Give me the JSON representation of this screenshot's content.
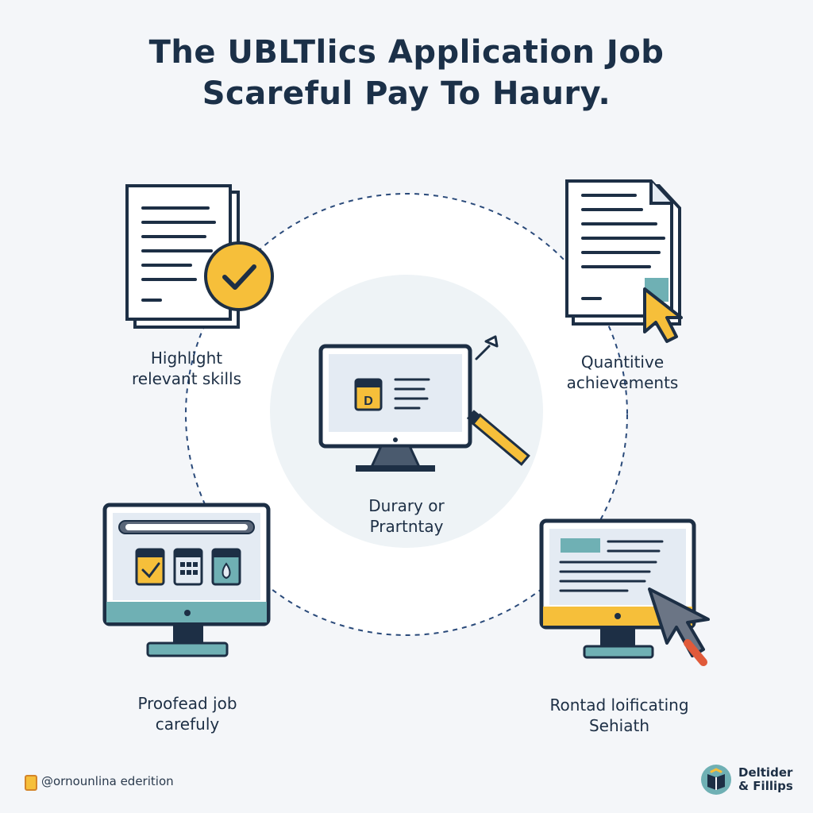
{
  "title": {
    "line1": "The UBLTlics Application Job",
    "line2": "Scareful Pay To Haury."
  },
  "nodes": [
    {
      "label_line1": "Highlight",
      "label_line2": "relevant skills"
    },
    {
      "label_line1": "Quantitive",
      "label_line2": "achievements"
    },
    {
      "label_line1": "Proofead job",
      "label_line2": "carefuly"
    },
    {
      "label_line1": "Rontad loificating",
      "label_line2": "Sehiath"
    }
  ],
  "center": {
    "label_line1": "Durary or",
    "label_line2": "Prartntay"
  },
  "footer": {
    "credit": "@ornounlina ederition",
    "brand_line1": "Deltider",
    "brand_line2": "& Fillips"
  },
  "colors": {
    "navy": "#1d2f45",
    "accent_yellow": "#f6bf3a",
    "teal": "#6fb0b4",
    "screen_light": "#e4ebf3",
    "background": "#f4f6f9"
  },
  "icons": {
    "top_left": "document-check-icon",
    "top_right": "document-cursor-icon",
    "center": "monitor-pencil-icon",
    "bottom_left": "monitor-apps-icon",
    "bottom_right": "monitor-cursor-icon"
  }
}
